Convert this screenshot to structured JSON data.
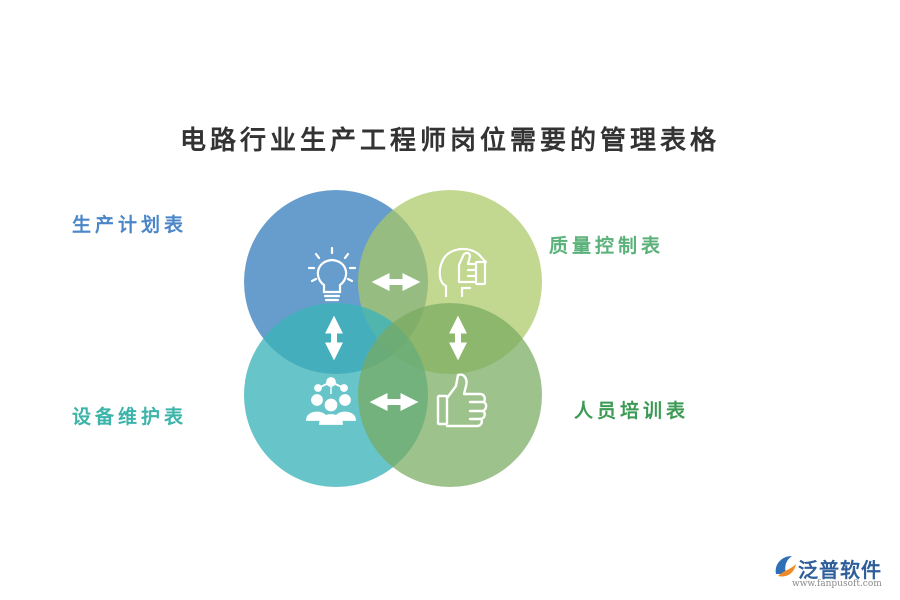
{
  "title": "电路行业生产工程师岗位需要的管理表格",
  "labels": {
    "top_left": "生产计划表",
    "top_right": "质量控制表",
    "bottom_left": "设备维护表",
    "bottom_right": "人员培训表"
  },
  "colors": {
    "circle_top_left": "#3c82be",
    "circle_top_right": "#aac864",
    "circle_bottom_left": "#3cb4b9",
    "circle_bottom_right": "#78aa5f"
  },
  "icons": [
    "lightbulb-icon",
    "head-thumbs-up-icon",
    "team-network-icon",
    "thumbs-up-icon"
  ],
  "logo": {
    "name": "泛普软件",
    "url": "www.fanpusoft.com"
  }
}
